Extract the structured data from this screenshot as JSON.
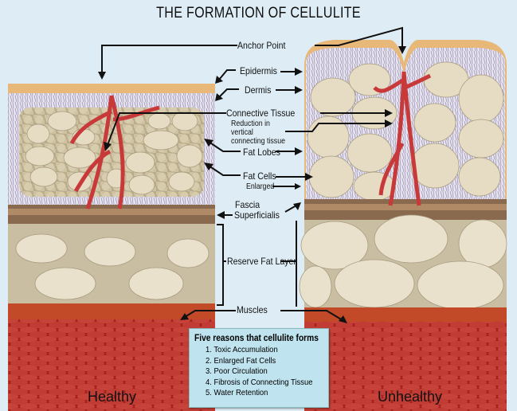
{
  "title": "THE FORMATION OF CELLULITE",
  "labels": {
    "anchor_point": "Anchor Point",
    "epidermis": "Epidermis",
    "dermis": "Dermis",
    "connective_tissue": "Connective Tissue",
    "reduction": "Reduction in vertical connecting tissue",
    "fat_lobes": "Fat Lobes",
    "fat_cells": "Fat Cells",
    "enlarged": "Enlarged",
    "fascia": "Fascia",
    "superficialis": "Superficialis",
    "reserve_fat_layer": "Reserve Fat Layer",
    "muscles": "Muscles"
  },
  "captions": {
    "healthy": "Healthy",
    "unhealthy": "Unhealthy"
  },
  "reasons": {
    "heading": "Five reasons that cellulite forms",
    "items": [
      "1. Toxic Accumulation",
      "2. Enlarged Fat Cells",
      "3. Poor Circulation",
      "4. Fibrosis of Connecting Tissue",
      "5. Water Retention"
    ]
  },
  "colors": {
    "background": "#deedf5",
    "skin": "#e8b878",
    "fat": "#e6dcc4",
    "muscle": "#b8302a",
    "vessel": "#c83a3a",
    "box": "#bfe3ef"
  }
}
